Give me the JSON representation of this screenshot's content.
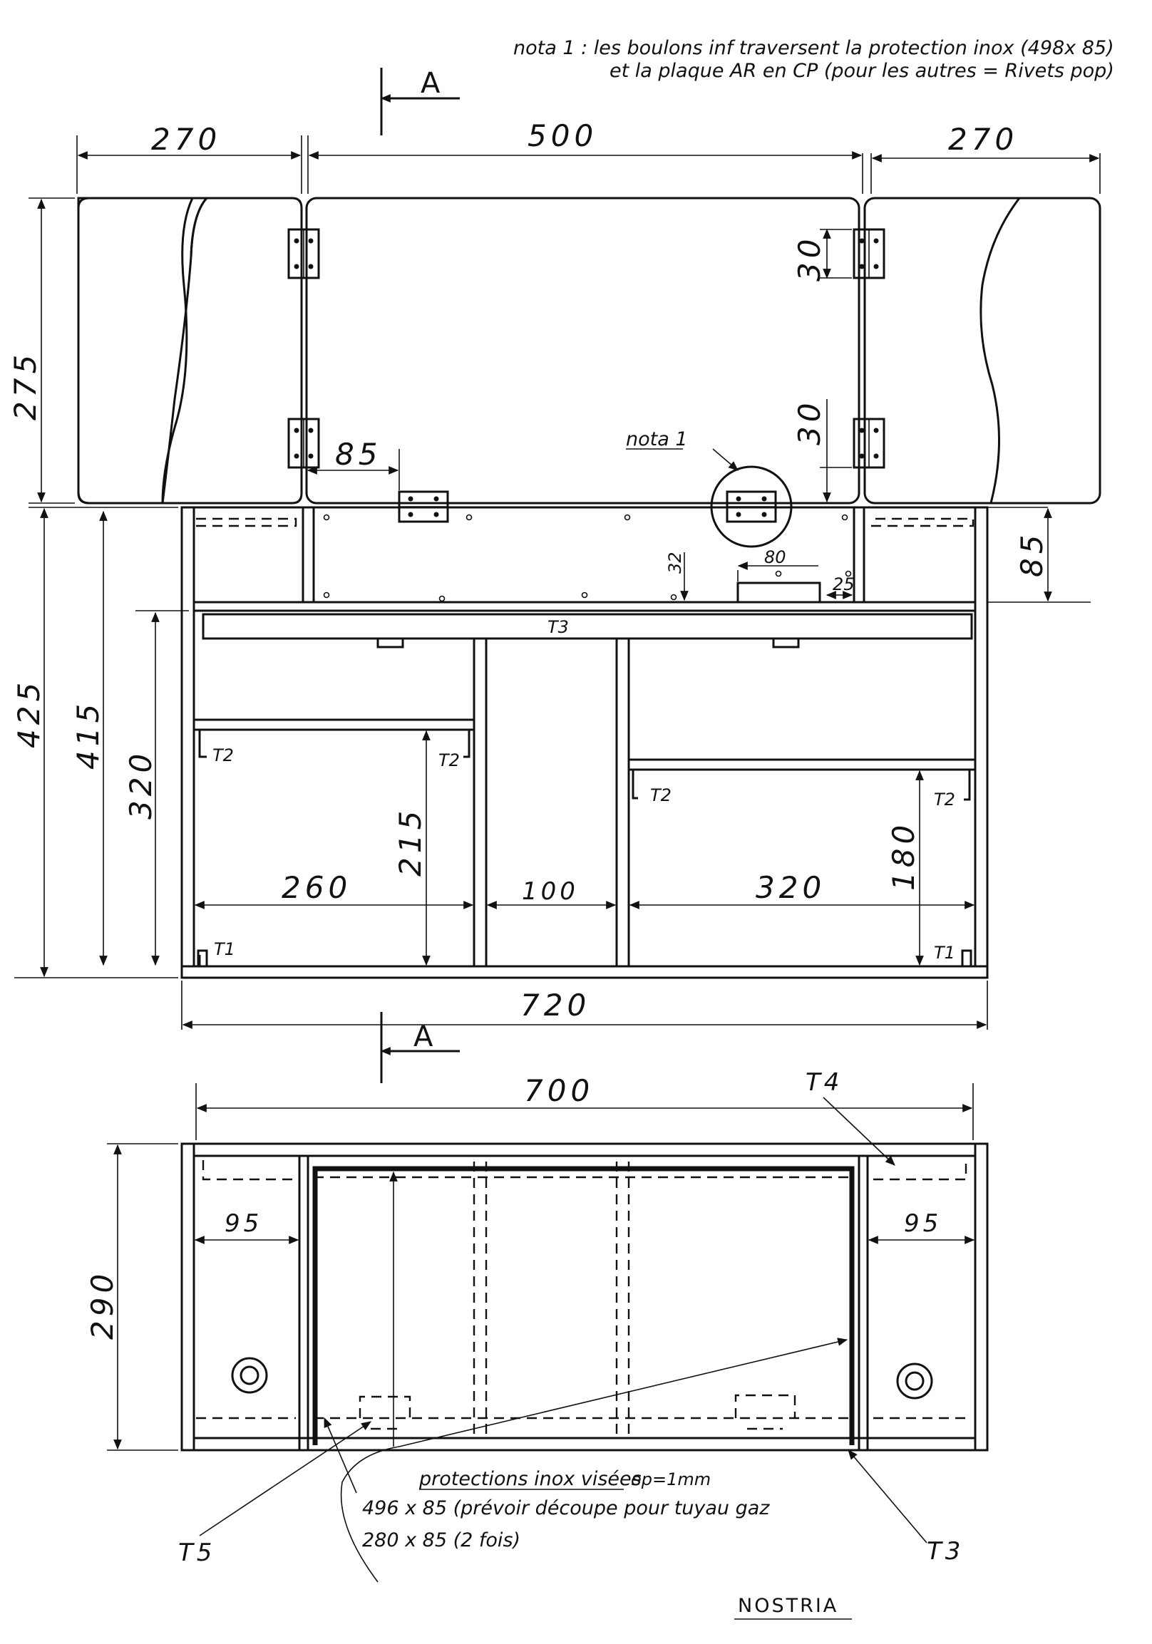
{
  "notes": {
    "nota1_line1": "nota 1 : les boulons inf traversent la protection inox (498x 85)",
    "nota1_line2": "et la plaque AR en CP (pour les autres = Rivets pop)",
    "nota1_label": "nota 1"
  },
  "section_marks": {
    "top": "A",
    "bottom": "A"
  },
  "top_view_dims": {
    "left_width": "270",
    "center_width": "500",
    "right_width": "270",
    "height": "275",
    "hinge_top_offset": "30",
    "hinge_bottom_offset": "30",
    "hinge_left_offset": "85"
  },
  "front_view_dims": {
    "total_height": "425",
    "inner_height": "415",
    "shelf_height": "320",
    "left_shelf_height": "215",
    "right_shelf_height": "180",
    "left_width": "260",
    "mid_width": "100",
    "right_width": "320",
    "total_width": "720",
    "back_strip": "85",
    "cut_width": "80",
    "cut_depth": "32",
    "cut_offset": "25"
  },
  "front_view_labels": {
    "t1_left": "T1",
    "t1_right": "T1",
    "t2_a": "T2",
    "t2_b": "T2",
    "t2_c": "T2",
    "t2_d": "T2",
    "t3": "T3"
  },
  "bottom_view_dims": {
    "width": "700",
    "depth": "290",
    "left_margin": "95",
    "right_margin": "95"
  },
  "bottom_view_labels": {
    "t3": "T3",
    "t4": "T4",
    "t5": "T5"
  },
  "protection_text": {
    "title": "protections inox visées",
    "thickness": "ep=1mm",
    "line1": "496 x 85 (prévoir découpe pour tuyau gaz",
    "line2": "280 x 85 (2 fois)"
  },
  "signature": "NOSTRIA"
}
